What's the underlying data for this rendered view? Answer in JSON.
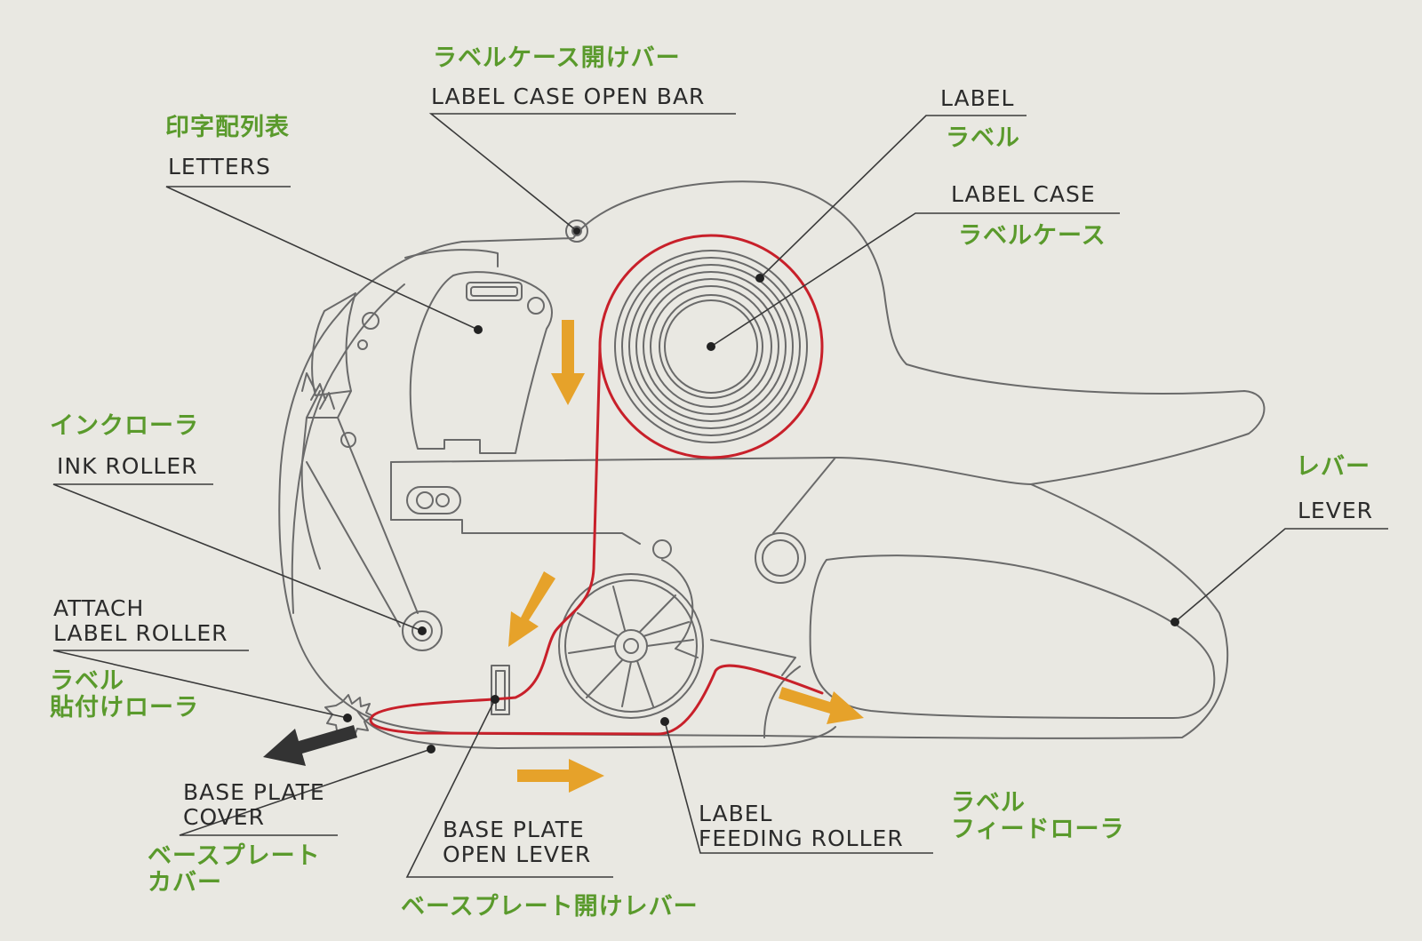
{
  "colors": {
    "background": "#e9e8e2",
    "outline": "#6a6a6a",
    "label_path": "#c8202a",
    "arrow_orange": "#e6a22a",
    "arrow_black": "#333333",
    "japanese_text": "#5a9a2c",
    "english_text": "#2b2b2b"
  },
  "labels": {
    "label_case_open_bar": {
      "jp": "ラベルケース開けバー",
      "en": "LABEL CASE OPEN BAR"
    },
    "letters": {
      "jp": "印字配列表",
      "en": "LETTERS"
    },
    "label": {
      "en": "LABEL",
      "jp": "ラベル"
    },
    "label_case": {
      "en": "LABEL CASE",
      "jp": "ラベルケース"
    },
    "ink_roller": {
      "jp": "インクローラ",
      "en": "INK ROLLER"
    },
    "lever": {
      "jp": "レバー",
      "en": "LEVER"
    },
    "attach_label_roller": {
      "en": "ATTACH\nLABEL ROLLER",
      "jp": "ラベル\n貼付けローラ"
    },
    "base_plate_cover": {
      "en": "BASE PLATE\nCOVER",
      "jp": "ベースプレート\nカバー"
    },
    "base_plate_open_lever": {
      "en": "BASE PLATE\nOPEN LEVER",
      "jp": "ベースプレート開けレバー"
    },
    "label_feeding_roller": {
      "en": "LABEL\nFEEDING ROLLER",
      "jp": "ラベル\nフィードローラ"
    }
  },
  "icons": [
    "feed-direction-arrow-icon",
    "exit-arrow-icon"
  ]
}
